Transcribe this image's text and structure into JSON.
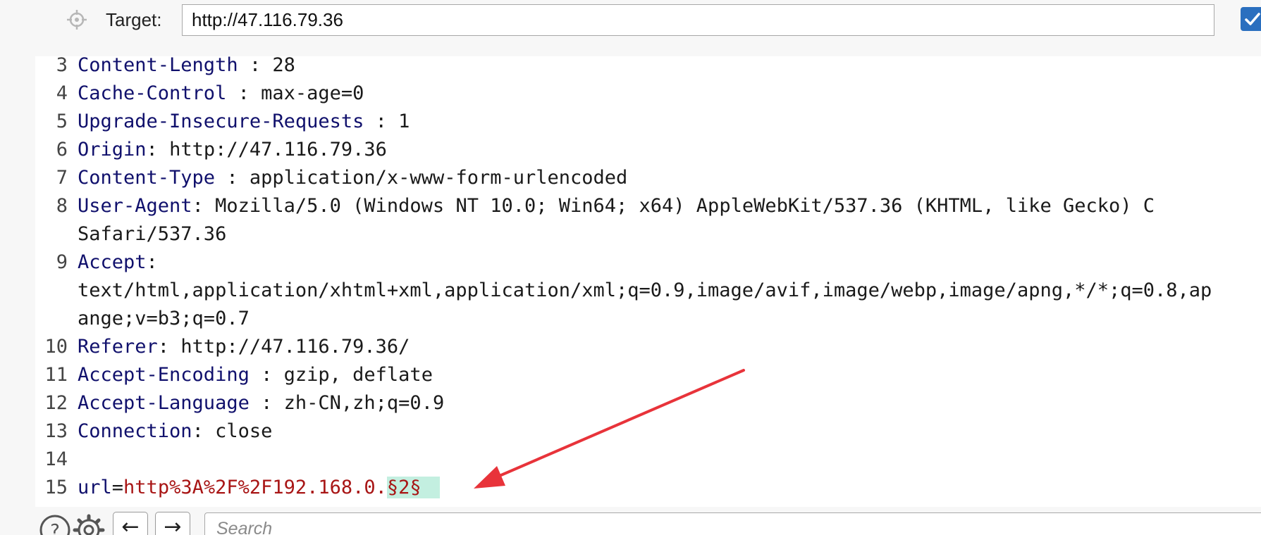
{
  "target": {
    "label": "Target:",
    "url": "http://47.116.79.36",
    "checkbox_checked": true
  },
  "editor": {
    "lines": [
      {
        "num": "3",
        "name": "Content-Length",
        "sep": " : ",
        "value": "28"
      },
      {
        "num": "4",
        "name": "Cache-Control",
        "sep": " : ",
        "value": "max-age=0"
      },
      {
        "num": "5",
        "name": "Upgrade-Insecure-Requests",
        "sep": " : ",
        "value": "1"
      },
      {
        "num": "6",
        "name": "Origin",
        "sep": ": ",
        "value": "http://47.116.79.36"
      },
      {
        "num": "7",
        "name": "Content-Type",
        "sep": " : ",
        "value": "application/x-www-form-urlencoded"
      },
      {
        "num": "8",
        "name": "User-Agent",
        "sep": ": ",
        "value": "Mozilla/5.0 (Windows NT 10.0; Win64; x64) AppleWebKit/537.36 (KHTML, like Gecko) C",
        "cont": [
          "Safari/537.36"
        ]
      },
      {
        "num": "9",
        "name": "Accept",
        "sep": ":",
        "value": "",
        "cont": [
          "text/html,application/xhtml+xml,application/xml;q=0.9,image/avif,image/webp,image/apng,*/*;q=0.8,ap",
          "ange;v=b3;q=0.7"
        ]
      },
      {
        "num": "10",
        "name": "Referer",
        "sep": ": ",
        "value": "http://47.116.79.36/"
      },
      {
        "num": "11",
        "name": "Accept-Encoding",
        "sep": " : ",
        "value": "gzip, deflate"
      },
      {
        "num": "12",
        "name": "Accept-Language",
        "sep": " : ",
        "value": "zh-CN,zh;q=0.9"
      },
      {
        "num": "13",
        "name": "Connection",
        "sep": ": ",
        "value": "close"
      },
      {
        "num": "14",
        "name": "",
        "sep": "",
        "value": ""
      }
    ],
    "body_line": {
      "num": "15",
      "param_name": "url",
      "equals": "=",
      "param_value": "http%3A%2F%2F192.168.0.",
      "payload_marker": "§2§"
    }
  },
  "bottom": {
    "search_placeholder": "Search",
    "back_arrow": "←",
    "forward_arrow": "→"
  },
  "colors": {
    "header_name": "#10106c",
    "param_value": "#a81515",
    "payload_highlight": "#c3efe0",
    "annotation_arrow": "#e8333a",
    "checkbox": "#2a6fbf"
  },
  "icons": [
    "crosshair-icon",
    "checkbox-icon",
    "help-icon",
    "gear-icon",
    "back-arrow-icon",
    "forward-arrow-icon"
  ]
}
